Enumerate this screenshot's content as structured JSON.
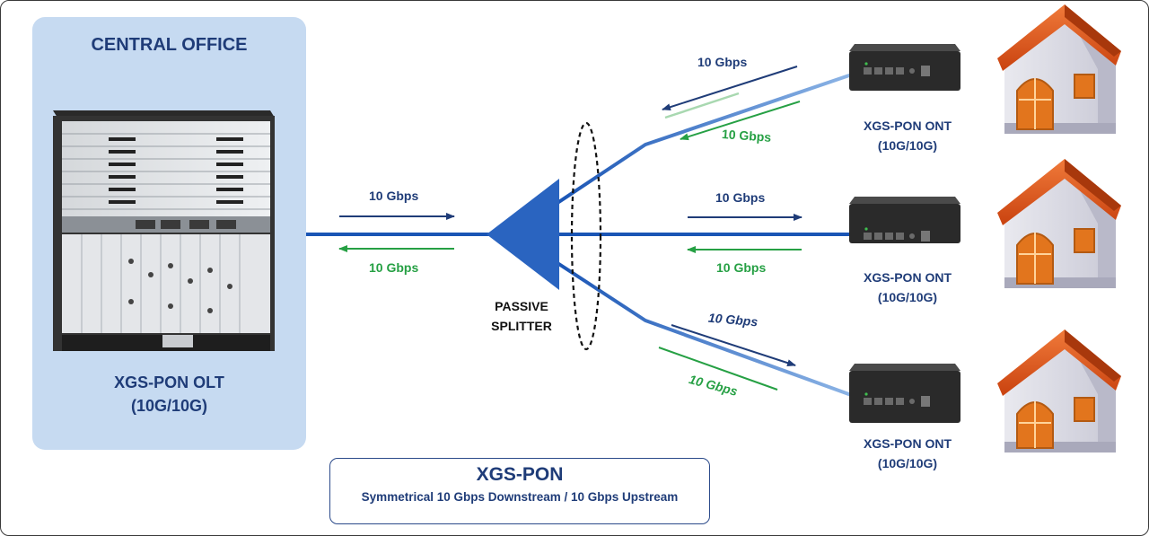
{
  "central_office": {
    "title": "CENTRAL OFFICE",
    "olt_line1": "XGS-PON OLT",
    "olt_line2": "(10G/10G)"
  },
  "splitter": {
    "line1": "PASSIVE",
    "line2": "SPLITTER"
  },
  "feeder": {
    "downstream": "10 Gbps",
    "upstream": "10 Gbps"
  },
  "branches": [
    {
      "downstream": "10 Gbps",
      "upstream": "10 Gbps",
      "ont_line1": "XGS-PON ONT",
      "ont_line2": "(10G/10G)"
    },
    {
      "downstream": "10 Gbps",
      "upstream": "10 Gbps",
      "ont_line1": "XGS-PON ONT",
      "ont_line2": "(10G/10G)"
    },
    {
      "downstream": "10 Gbps",
      "upstream": "10 Gbps",
      "ont_line1": "XGS-PON ONT",
      "ont_line2": "(10G/10G)"
    }
  ],
  "summary": {
    "title": "XGS-PON",
    "subtitle": "Symmetrical 10 Gbps Downstream / 10 Gbps Upstream"
  },
  "colors": {
    "panel": "#c6daf1",
    "fiber": "#1a55b5",
    "navy_arrow": "#1f3c78",
    "green_arrow": "#26a044",
    "roof": "#e0531b",
    "ont_body": "#2a2a2a"
  },
  "icons": [
    "olt-chassis-icon",
    "ont-device-icon",
    "house-icon",
    "passive-splitter-icon"
  ]
}
